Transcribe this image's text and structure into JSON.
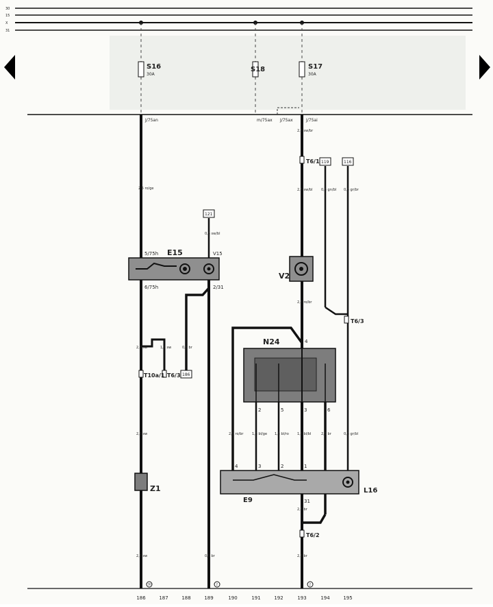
{
  "rails": {
    "r30": "30",
    "r15": "15",
    "rx": "X",
    "r31": "31"
  },
  "fuses": {
    "s16": {
      "name": "S16",
      "rating": "30A"
    },
    "s18": {
      "name": "S18"
    },
    "s17": {
      "name": "S17",
      "rating": "30A"
    }
  },
  "terminals": {
    "c1_top": "J/75an",
    "c2_top": "m/75ax",
    "c3_top": "J/75ax",
    "c4_top": "J/75ai",
    "e15_in": "5/75h",
    "e15_out": "6/75h",
    "e15_v15": "V15",
    "e15_231": "2/31",
    "t6_1": "T6/1",
    "t6_3a": "T6/3",
    "t6_3b": "T6/3",
    "t6_2": "T6/2",
    "t10a": "T10a/1",
    "n24_in": "4",
    "n24_p2": "2",
    "n24_p5": "5",
    "n24_p3": "3",
    "n24_p6": "6",
    "e9_p4": "4",
    "e9_p3": "3",
    "e9_p2": "2",
    "e9_p1": "1",
    "e9_31": "31"
  },
  "refboxes": {
    "b121": "121",
    "b119": "119",
    "b116": "116",
    "b186": "186"
  },
  "wires": {
    "w1": "2,5 ro/ge",
    "w2": "0,5 sw/bl",
    "w3": "2,5 sw",
    "w4": "1,0 sw",
    "w5": "0,5 br",
    "w6": "2,5 sw",
    "w7": "2,5 sw",
    "w8": "0,5 br",
    "w9": "2,5 sw/br",
    "w10": "2,5 sw/bl",
    "w11": "0,5 gn/bl",
    "w12": "0,5 gr/br",
    "w13": "2,5 ro/br",
    "w14": "2,5 ro/br",
    "w15": "1,5 bl/ge",
    "w16": "1,5 bl/ro",
    "w17": "1,5 bl/bl",
    "w18": "2,5 br",
    "w19": "0,5 gr/bl",
    "w20": "2,5 br",
    "w21": "2,5 br"
  },
  "components": {
    "e15": "E15",
    "v2": "V2",
    "n24": "N24",
    "z1": "Z1",
    "e9": "E9",
    "l16": "L16"
  },
  "ground_markers": {
    "g1": "30",
    "g2": "2",
    "g3": "2"
  },
  "columns": [
    "186",
    "187",
    "188",
    "189",
    "190",
    "191",
    "192",
    "193",
    "194",
    "195"
  ]
}
